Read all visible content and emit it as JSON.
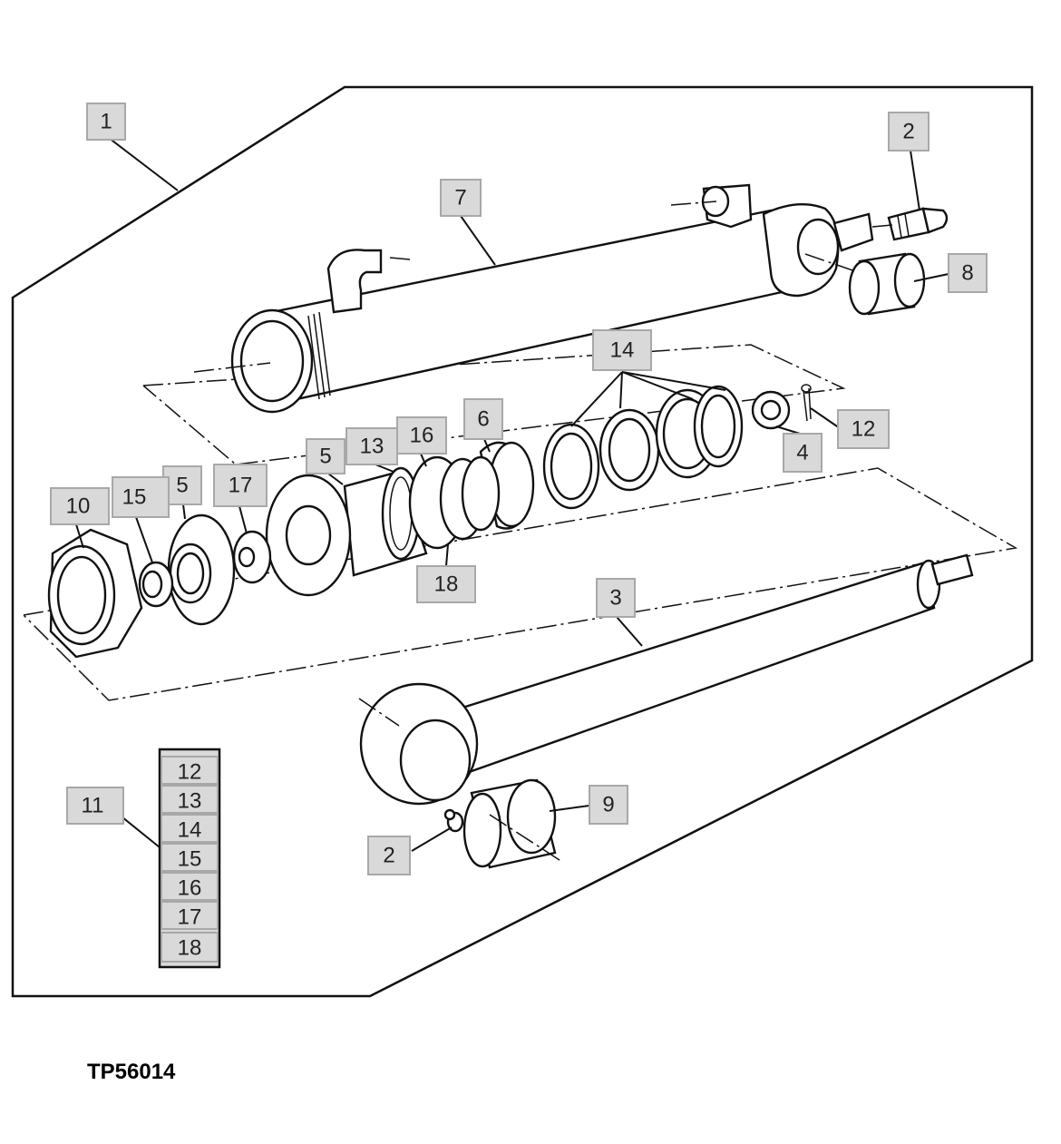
{
  "figure_id": "TP56014",
  "callouts": {
    "c1": "1",
    "c2a": "2",
    "c2b": "2",
    "c3": "3",
    "c4": "4",
    "c5a": "5",
    "c5b": "5",
    "c6": "6",
    "c7": "7",
    "c8": "8",
    "c9": "9",
    "c10": "10",
    "c11": "11",
    "c12": "12",
    "c13": "13",
    "c14": "14",
    "c15": "15",
    "c16": "16",
    "c17": "17",
    "c18": "18"
  },
  "kit_list": [
    "12",
    "13",
    "14",
    "15",
    "16",
    "17",
    "18"
  ]
}
